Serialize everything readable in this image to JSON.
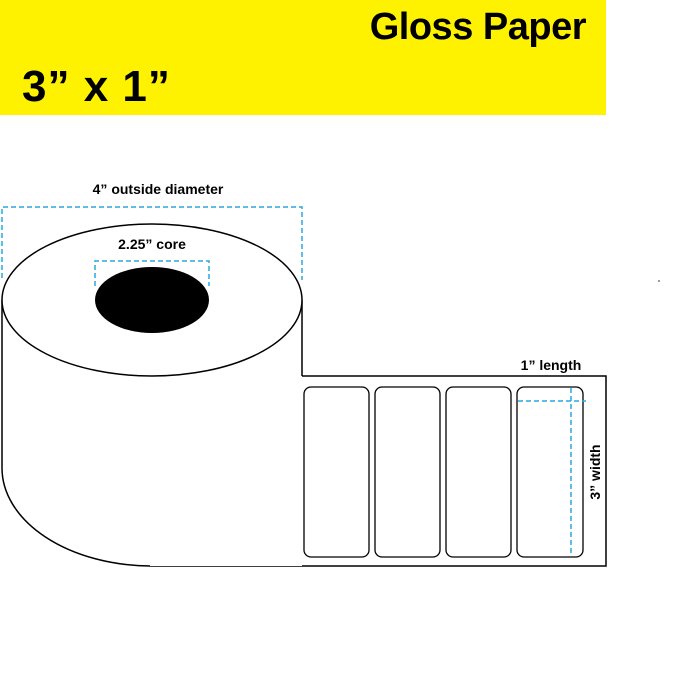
{
  "banner": {
    "title": "Gloss Paper",
    "size": "3” x 1”",
    "color": "#FFF200"
  },
  "diagram": {
    "outside_diameter_label": "4” outside diameter",
    "core_label": "2.25” core",
    "length_label": "1” length",
    "width_label": "3” width",
    "label_count": 4,
    "dimension_line_color": "#29A9E1"
  }
}
